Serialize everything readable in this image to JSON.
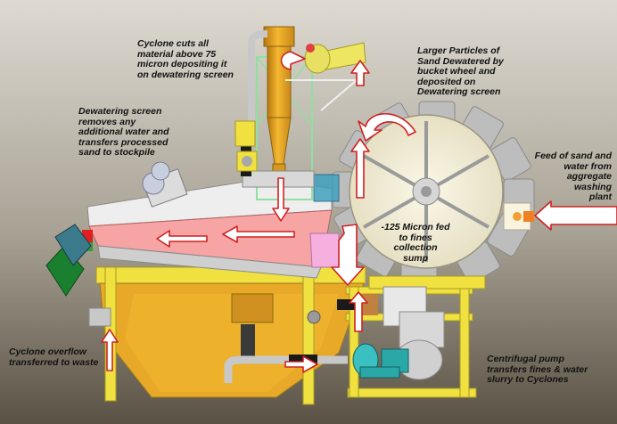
{
  "labels": {
    "cyclone_cut": "Cyclone cuts all\nmaterial above 75\nmicron depositing it\non dewatering screen",
    "larger_particles": "Larger Particles of\nSand Dewatered by\nbucket wheel and\ndeposited on\nDewatering screen",
    "dewatering_screen": "Dewatering screen\nremoves any\nadditional water and\ntransfers processed\nsand to stockpile",
    "feed": "Feed of sand and\nwater from\naggregate\nwashing\nplant",
    "fines_sump": "-125 Micron fed\nto fines\ncollection\nsump",
    "cyclone_overflow": "Cyclone overflow\ntransferred to waste",
    "centrifugal_pump": "Centrifugal pump\ntransfers fines & water\nslurry to Cyclones"
  },
  "colors": {
    "background_top": "#d8d4cc",
    "background_bottom": "#5e5648",
    "frame_yellow": "#f0e040",
    "cyclone_orange": "#e8a020",
    "screen_pink": "#f4a0a0",
    "bucket_wheel": "#f4f0d8",
    "pump_cyan": "#40c0c0",
    "arrow_red": "#d02020"
  }
}
